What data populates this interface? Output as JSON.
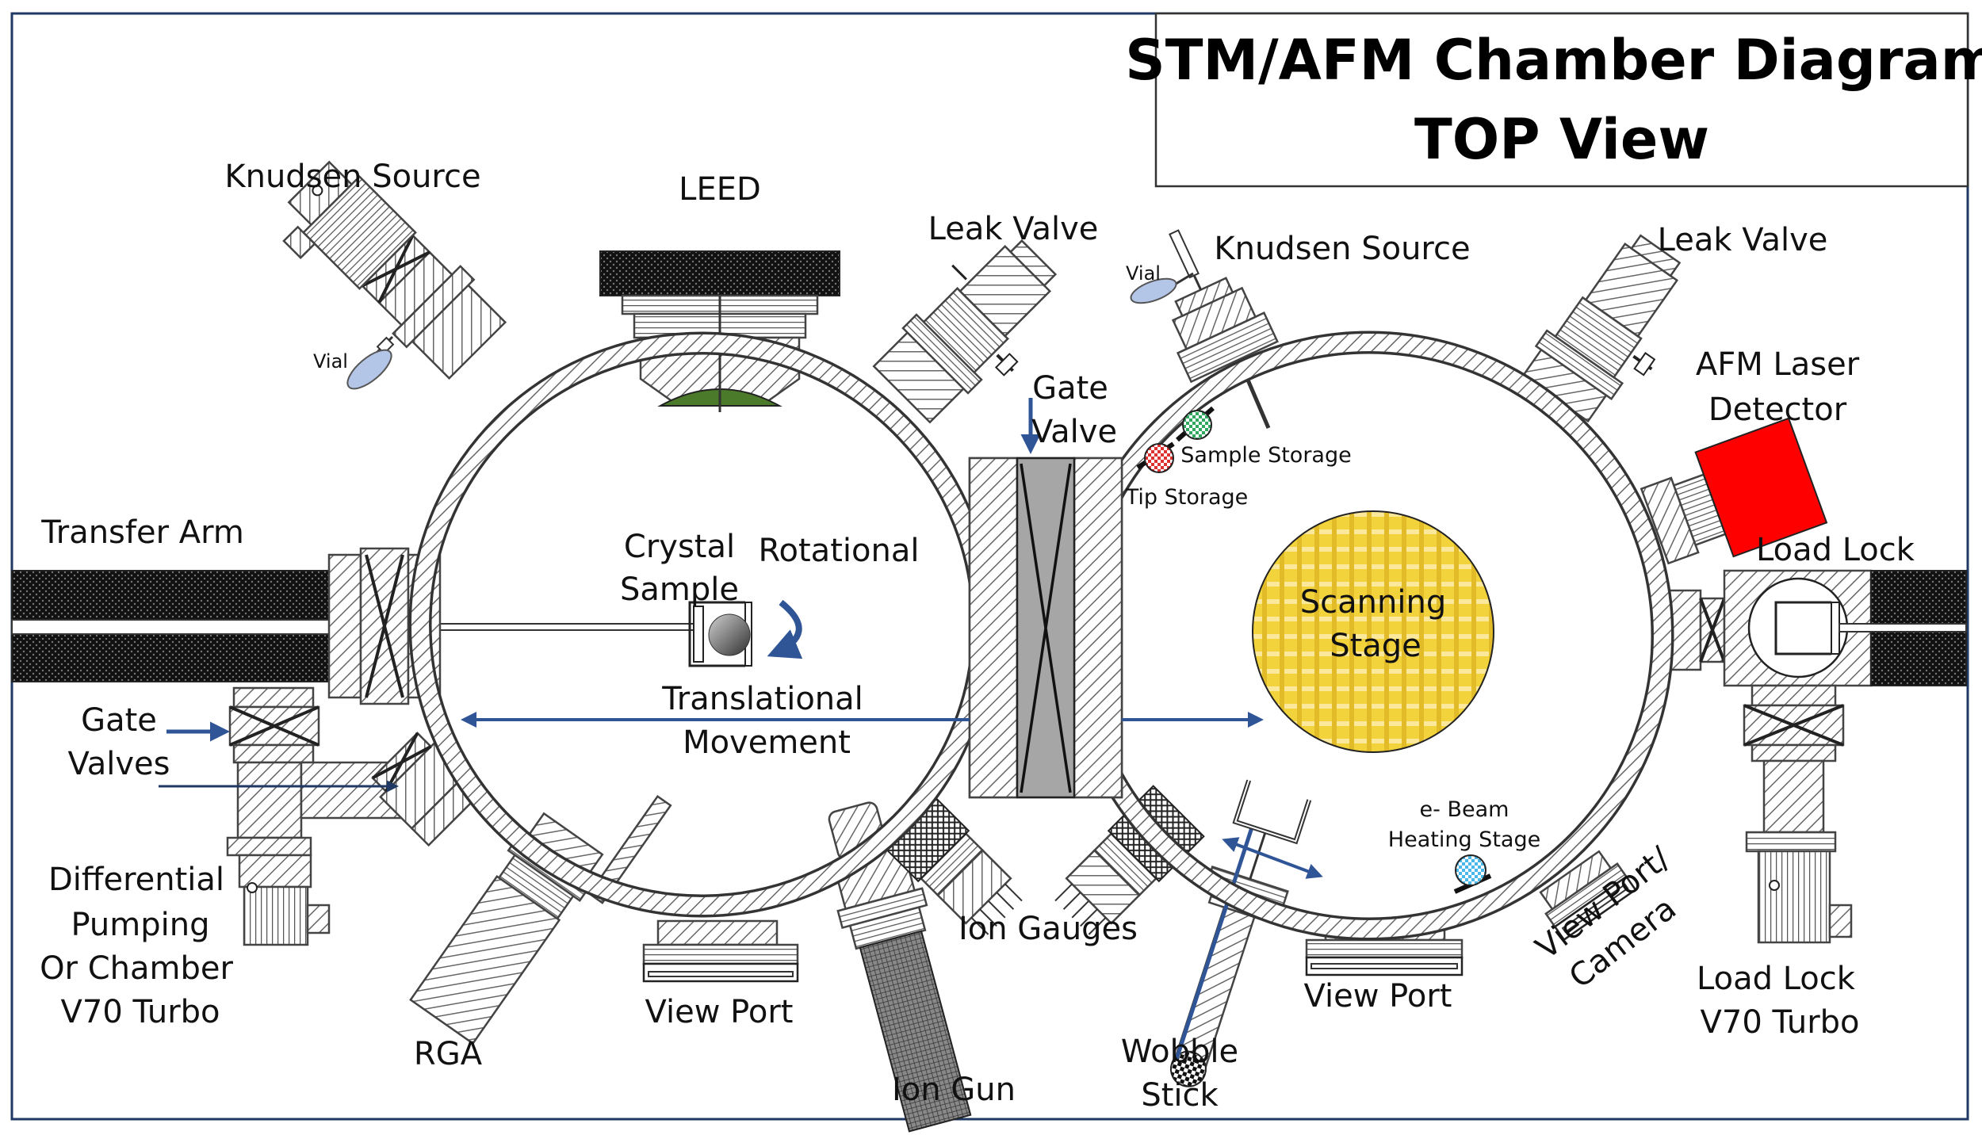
{
  "title": {
    "line1": "STM/AFM Chamber Diagram",
    "line2": "TOP View"
  },
  "labels": {
    "knudsen_left": "Knudsen Source",
    "leed": "LEED",
    "leak_valve_left": "Leak Valve",
    "vial_left": "Vial",
    "gate_valve_1": "Gate",
    "gate_valve_2": "Valve",
    "knudsen_right": "Knudsen Source",
    "vial_right": "Vial",
    "leak_valve_right": "Leak Valve",
    "afm_1": "AFM Laser",
    "afm_2": "Detector",
    "sample_storage": "Sample Storage",
    "tip_storage": "Tip Storage",
    "transfer_arm": "Transfer Arm",
    "crystal_1": "Crystal",
    "crystal_2": "Sample",
    "rotational": "Rotational",
    "load_lock": "Load Lock",
    "scanning_1": "Scanning",
    "scanning_2": "Stage",
    "gate_valves_1": "Gate",
    "gate_valves_2": "Valves",
    "translational_1": "Translational",
    "translational_2": "Movement",
    "ebeam_1": "e- Beam",
    "ebeam_2": "Heating Stage",
    "diff_1": "Differential",
    "diff_2": "Pumping",
    "diff_3": "Or Chamber",
    "diff_4": "V70 Turbo",
    "rga": "RGA",
    "view_port_left": "View Port",
    "ion_gun": "Ion Gun",
    "ion_gauges": "Ion Gauges",
    "wobble_1": "Wobble",
    "wobble_2": "Stick",
    "view_port_right": "View Port",
    "view_camera_1": "View Port/",
    "view_camera_2": "Camera",
    "loadlock_turbo_1": "Load Lock",
    "loadlock_turbo_2": "V70 Turbo"
  },
  "colors": {
    "frame": "#1f3864",
    "arrow": "#2f5597",
    "leed_screen": "#4a7a2a",
    "afm_detector": "#ff0000",
    "scanning_stage": "#f2d33c",
    "tip_storage": "#e03030",
    "sample_storage": "#30a860",
    "ebeam_stage": "#48b8e8",
    "vial": "#b4c6e7",
    "gate_core": "#a6a6a6"
  }
}
